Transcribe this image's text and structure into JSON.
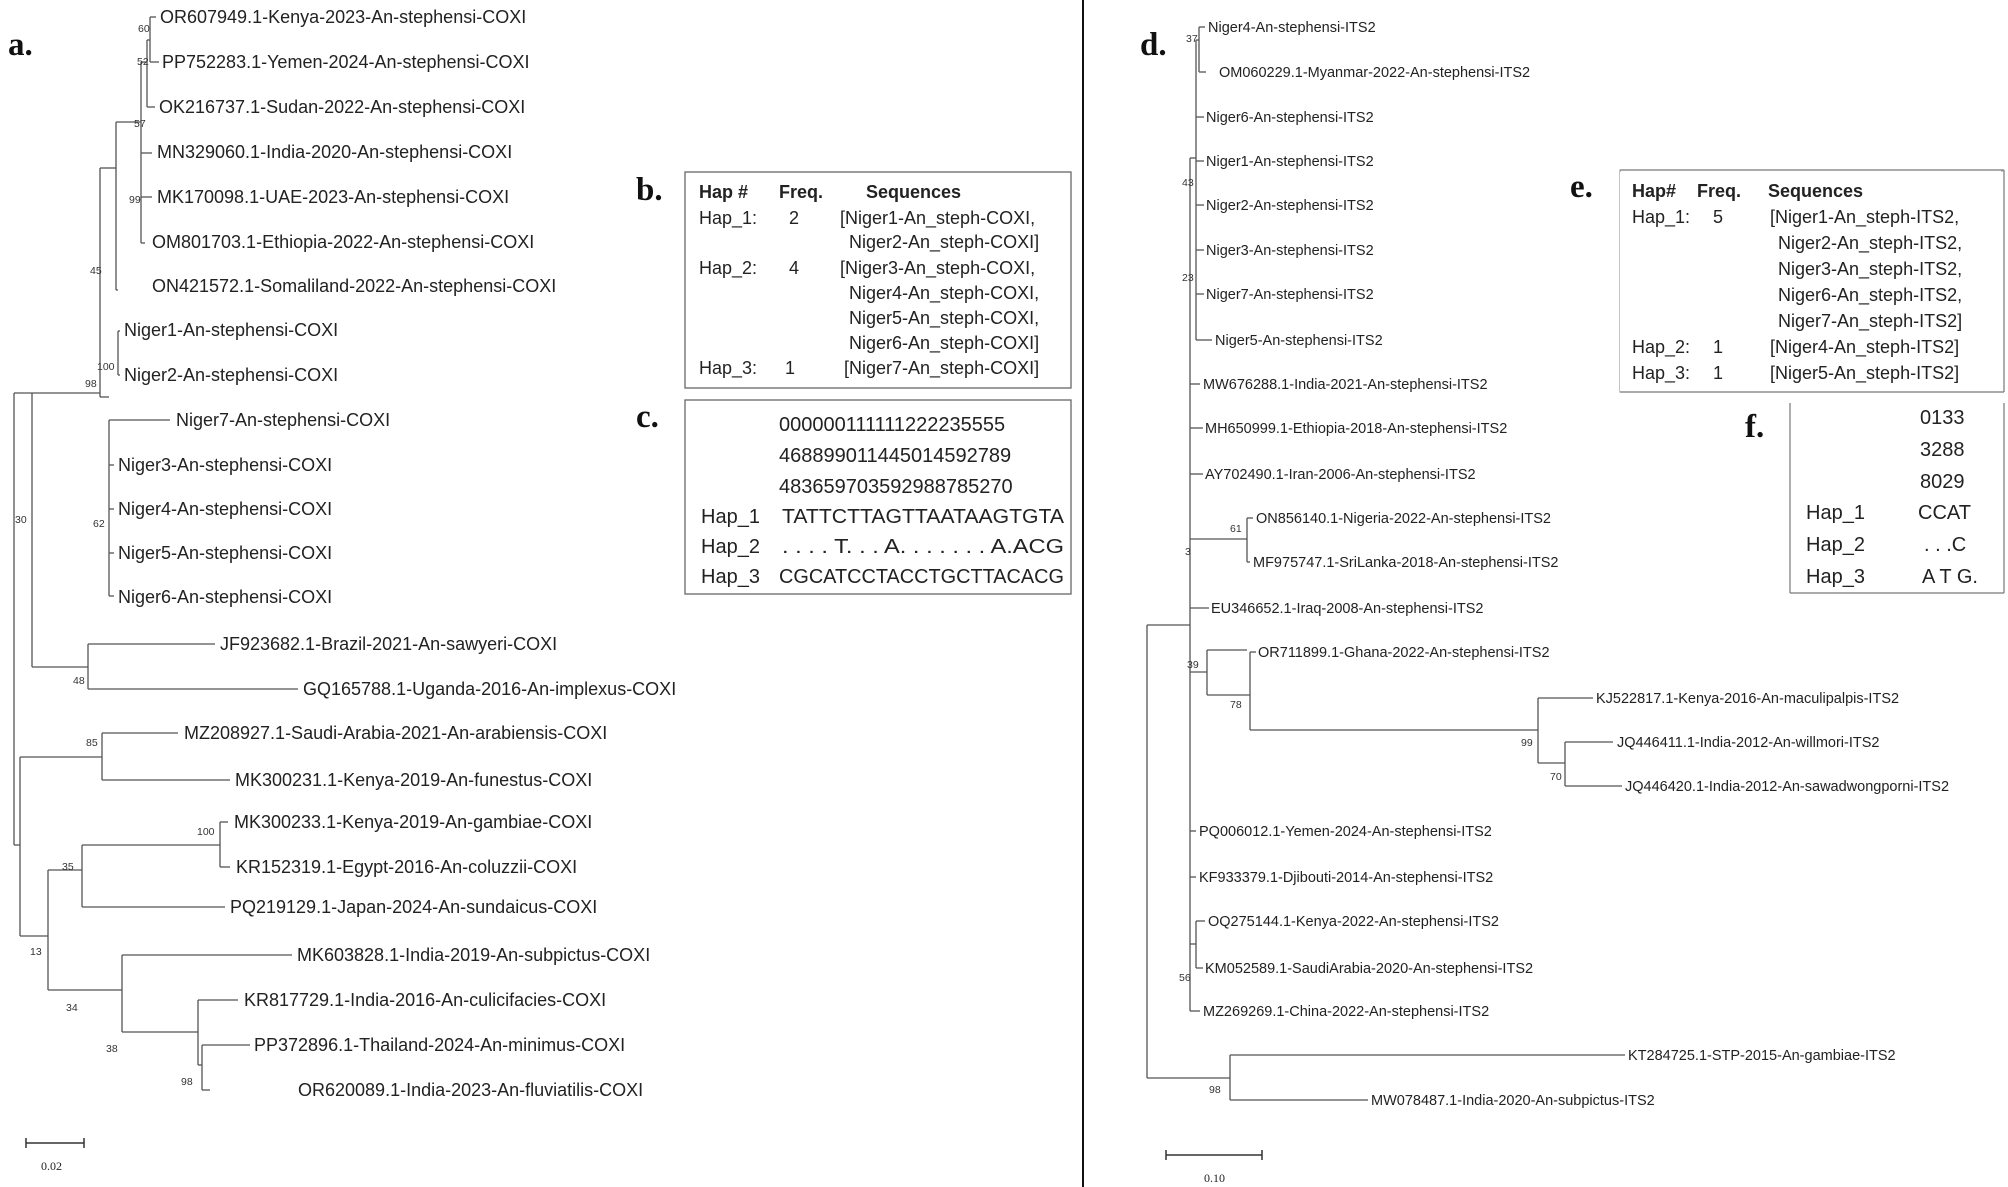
{
  "panels": {
    "a": {
      "label": "a.",
      "scale_label": "0.02",
      "tips": [
        "OR607949.1-Kenya-2023-An-stephensi-COXI",
        "PP752283.1-Yemen-2024-An-stephensi-COXI",
        "OK216737.1-Sudan-2022-An-stephensi-COXI",
        "MN329060.1-India-2020-An-stephensi-COXI",
        "MK170098.1-UAE-2023-An-stephensi-COXI",
        "OM801703.1-Ethiopia-2022-An-stephensi-COXI",
        "ON421572.1-Somaliland-2022-An-stephensi-COXI",
        "Niger1-An-stephensi-COXI",
        "Niger2-An-stephensi-COXI",
        "Niger7-An-stephensi-COXI",
        "Niger3-An-stephensi-COXI",
        "Niger4-An-stephensi-COXI",
        "Niger5-An-stephensi-COXI",
        "Niger6-An-stephensi-COXI",
        "JF923682.1-Brazil-2021-An-sawyeri-COXI",
        "GQ165788.1-Uganda-2016-An-implexus-COXI",
        "MZ208927.1-Saudi-Arabia-2021-An-arabiensis-COXI",
        "MK300231.1-Kenya-2019-An-funestus-COXI",
        "MK300233.1-Kenya-2019-An-gambiae-COXI",
        "KR152319.1-Egypt-2016-An-coluzzii-COXI",
        "PQ219129.1-Japan-2024-An-sundaicus-COXI",
        "MK603828.1-India-2019-An-subpictus-COXI",
        "KR817729.1-India-2016-An-culicifacies-COXI",
        "PP372896.1-Thailand-2024-An-minimus-COXI",
        "OR620089.1-India-2023-An-fluviatilis-COXI"
      ],
      "bootstrap": [
        "60",
        "52",
        "57",
        "99",
        "45",
        "100",
        "98",
        "62",
        "30",
        "48",
        "85",
        "100",
        "35",
        "13",
        "34",
        "38",
        "98"
      ]
    },
    "b": {
      "label": "b.",
      "headers": [
        "Hap #",
        "Freq.",
        "Sequences"
      ],
      "rows": [
        {
          "hap": "Hap_1:",
          "freq": "2",
          "seqs": [
            "[Niger1-An_steph-COXI,",
            "Niger2-An_steph-COXI]"
          ]
        },
        {
          "hap": "Hap_2:",
          "freq": "4",
          "seqs": [
            "[Niger3-An_steph-COXI,",
            "Niger4-An_steph-COXI,",
            "Niger5-An_steph-COXI,",
            "Niger6-An_steph-COXI]"
          ]
        },
        {
          "hap": "Hap_3:",
          "freq": "1",
          "seqs": [
            "[Niger7-An_steph-COXI]"
          ]
        }
      ]
    },
    "c": {
      "label": "c.",
      "site_rows": [
        "000000111111222235555",
        "468899011445014592789",
        "483659703592988785270"
      ],
      "haps": [
        {
          "name": "Hap_1",
          "seq": "TATTCTTAGTTAATAAGTGTA"
        },
        {
          "name": "Hap_2",
          "seq": ". . . . T. . .  A. . . . . . . A.ACG"
        },
        {
          "name": "Hap_3",
          "seq": "CGCATCCTACCTGCTTACACG"
        }
      ]
    },
    "d": {
      "label": "d.",
      "scale_label": "0.10",
      "tips": [
        "Niger4-An-stephensi-ITS2",
        "OM060229.1-Myanmar-2022-An-stephensi-ITS2",
        "Niger6-An-stephensi-ITS2",
        "Niger1-An-stephensi-ITS2",
        "Niger2-An-stephensi-ITS2",
        "Niger3-An-stephensi-ITS2",
        "Niger7-An-stephensi-ITS2",
        "Niger5-An-stephensi-ITS2",
        "MW676288.1-India-2021-An-stephensi-ITS2",
        "MH650999.1-Ethiopia-2018-An-stephensi-ITS2",
        "AY702490.1-Iran-2006-An-stephensi-ITS2",
        "ON856140.1-Nigeria-2022-An-stephensi-ITS2",
        "MF975747.1-SriLanka-2018-An-stephensi-ITS2",
        "EU346652.1-Iraq-2008-An-stephensi-ITS2",
        "OR711899.1-Ghana-2022-An-stephensi-ITS2",
        "KJ522817.1-Kenya-2016-An-maculipalpis-ITS2",
        "JQ446411.1-India-2012-An-willmori-ITS2",
        "JQ446420.1-India-2012-An-sawadwongporni-ITS2",
        "PQ006012.1-Yemen-2024-An-stephensi-ITS2",
        "KF933379.1-Djibouti-2014-An-stephensi-ITS2",
        "OQ275144.1-Kenya-2022-An-stephensi-ITS2",
        "KM052589.1-SaudiArabia-2020-An-stephensi-ITS2",
        "MZ269269.1-China-2022-An-stephensi-ITS2",
        "KT284725.1-STP-2015-An-gambiae-ITS2",
        "MW078487.1-India-2020-An-subpictus-ITS2"
      ],
      "bootstrap": [
        "37",
        "43",
        "23",
        "3",
        "61",
        "39",
        "78",
        "99",
        "70",
        "56",
        "98"
      ]
    },
    "e": {
      "label": "e.",
      "headers": [
        "Hap#",
        "Freq.",
        "Sequences"
      ],
      "rows": [
        {
          "hap": "Hap_1:",
          "freq": "5",
          "seqs": [
            "[Niger1-An_steph-ITS2,",
            "Niger2-An_steph-ITS2,",
            "Niger3-An_steph-ITS2,",
            "Niger6-An_steph-ITS2,",
            "Niger7-An_steph-ITS2]"
          ]
        },
        {
          "hap": "Hap_2:",
          "freq": "1",
          "seqs": [
            "[Niger4-An_steph-ITS2]"
          ]
        },
        {
          "hap": "Hap_3:",
          "freq": "1",
          "seqs": [
            "[Niger5-An_steph-ITS2]"
          ]
        }
      ]
    },
    "f": {
      "label": "f.",
      "site_rows": [
        "0133",
        "3288",
        "8029"
      ],
      "haps": [
        {
          "name": "Hap_1",
          "seq": "CCAT"
        },
        {
          "name": "Hap_2",
          "seq": ". . .C"
        },
        {
          "name": "Hap_3",
          "seq": "A T G."
        }
      ]
    }
  },
  "colors": {
    "line": "#555555",
    "text": "#222222",
    "divider": "#111111"
  }
}
